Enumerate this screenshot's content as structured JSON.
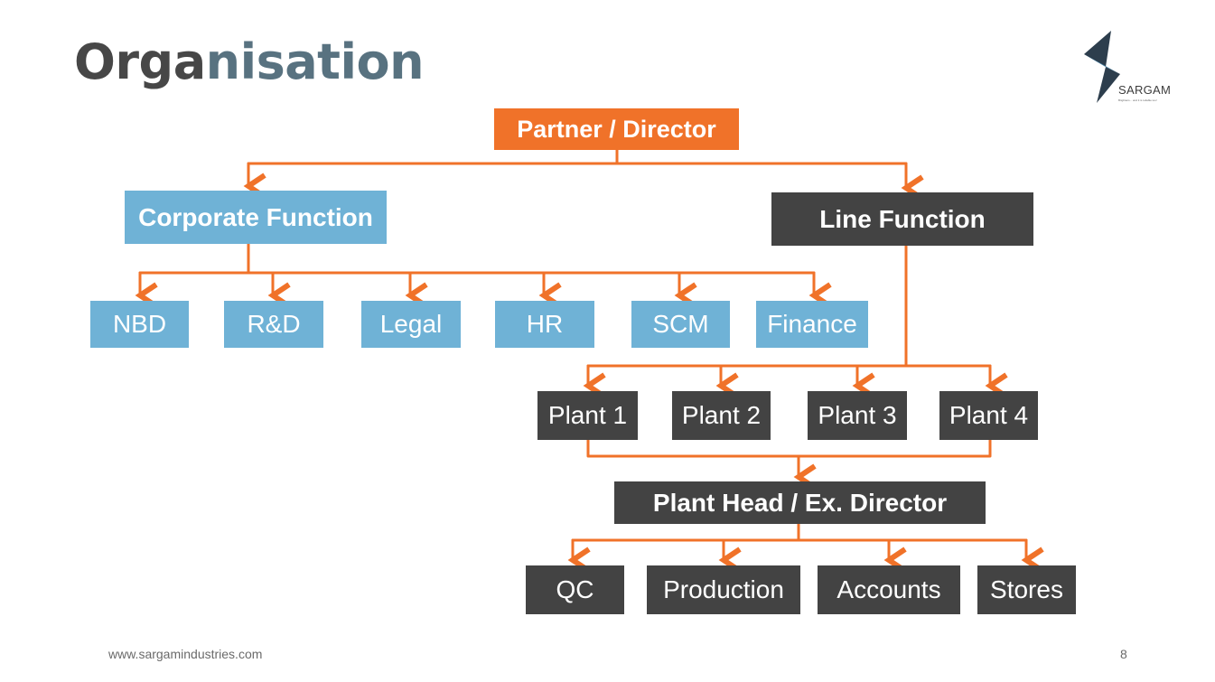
{
  "slide": {
    "title_part1": "Orga",
    "title_part2": "nisation",
    "footer_url": "www.sargamindustries.com",
    "page_number": "8"
  },
  "logo": {
    "name": "SARGAM",
    "tagline": "Brightens... and it is reliable too!"
  },
  "org_chart": {
    "root": "Partner / Director",
    "corporate_function": {
      "label": "Corporate Function",
      "departments": [
        "NBD",
        "R&D",
        "Legal",
        "HR",
        "SCM",
        "Finance"
      ]
    },
    "line_function": {
      "label": "Line Function",
      "plants": [
        "Plant 1",
        "Plant 2",
        "Plant 3",
        "Plant 4"
      ],
      "plant_head": "Plant Head / Ex. Director",
      "units": [
        "QC",
        "Production",
        "Accounts",
        "Stores"
      ]
    }
  },
  "colors": {
    "connector": "#f07229",
    "root_box": "#f07229",
    "corporate_box": "#6fb2d6",
    "line_box": "#434343"
  }
}
